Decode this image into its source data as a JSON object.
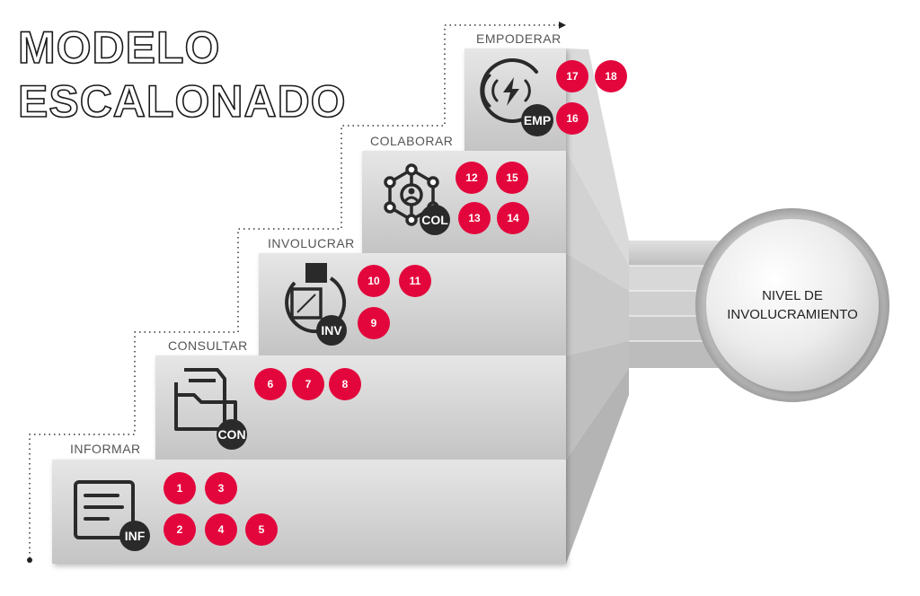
{
  "title": {
    "line1": "MODELO",
    "line2": "ESCALONADO"
  },
  "steps": [
    {
      "label": "INFORMAR",
      "tag": "INF",
      "icon": "document-icon",
      "badges": [
        "1",
        "3",
        "2",
        "4",
        "5"
      ]
    },
    {
      "label": "CONSULTAR",
      "tag": "CON",
      "icon": "folder-icon",
      "badges": [
        "6",
        "7",
        "8"
      ]
    },
    {
      "label": "INVOLUCRAR",
      "tag": "INV",
      "icon": "cube-cycle-icon",
      "badges": [
        "10",
        "11",
        "9"
      ]
    },
    {
      "label": "COLABORAR",
      "tag": "COL",
      "icon": "network-icon",
      "badges": [
        "12",
        "15",
        "13",
        "14"
      ]
    },
    {
      "label": "EMPODERAR",
      "tag": "EMP",
      "icon": "power-icon",
      "badges": [
        "17",
        "18",
        "16"
      ]
    }
  ],
  "level": {
    "line1": "NIVEL DE",
    "line2": "INVOLUCRAMIENTO"
  },
  "colors": {
    "badge": "#e3063c",
    "step_light": "#e4e4e4",
    "step_dark": "#bdbdbd",
    "icon": "#2a2a2a"
  }
}
